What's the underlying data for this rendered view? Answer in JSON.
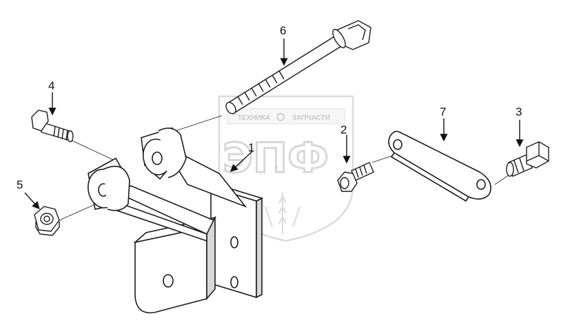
{
  "diagram": {
    "callouts": [
      {
        "id": "1",
        "label": "1"
      },
      {
        "id": "2",
        "label": "2"
      },
      {
        "id": "3",
        "label": "3"
      },
      {
        "id": "4",
        "label": "4"
      },
      {
        "id": "5",
        "label": "5"
      },
      {
        "id": "6",
        "label": "6"
      },
      {
        "id": "7",
        "label": "7"
      }
    ]
  },
  "watermark": {
    "top_left": "ТЕХНИКА",
    "top_right": "ЗАПЧАСТИ",
    "logo": "ЭПФ",
    "center_mark": "-"
  },
  "colors": {
    "line": "#1a1a1a",
    "fill": "#ffffff",
    "shade": "#d8d8d8",
    "watermark": "#c4c4c4"
  }
}
